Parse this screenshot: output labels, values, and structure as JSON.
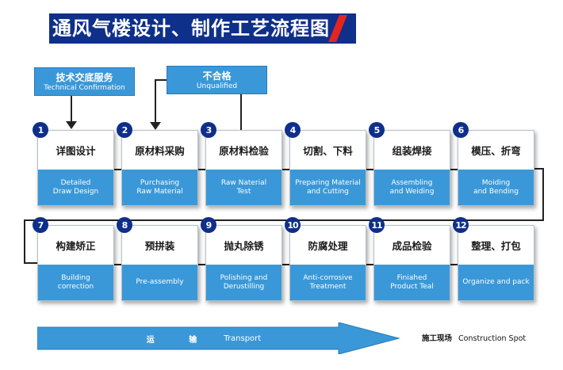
{
  "title": "通风气楼设计、制作工艺流程图",
  "notes": [
    {
      "zh": "技术交底服务",
      "en": "Technical  Confirmation"
    },
    {
      "zh": "不合格",
      "en": "Unqualified"
    }
  ],
  "steps": [
    {
      "num": "1",
      "cn": "详图设计",
      "en": "Detailed\nDraw Design"
    },
    {
      "num": "2",
      "cn": "原材料采购",
      "en": "Purchasing\nRaw Material"
    },
    {
      "num": "3",
      "cn": "原材料检验",
      "en": "Raw Naterial\nTest"
    },
    {
      "num": "4",
      "cn": "切割、下料",
      "en": "Preparing Material\nand Cutting"
    },
    {
      "num": "5",
      "cn": "组装焊接",
      "en": "Assembling\nand Weiding"
    },
    {
      "num": "6",
      "cn": "模压、折弯",
      "en": "Moiding\nand Bending"
    },
    {
      "num": "7",
      "cn": "构建矫正",
      "en": "Building\ncorrection"
    },
    {
      "num": "8",
      "cn": "预拼装",
      "en": "Pre-assembly"
    },
    {
      "num": "9",
      "cn": "抛丸除锈",
      "en": "Polishing and\nDerustilling"
    },
    {
      "num": "10",
      "cn": "防腐处理",
      "en": "Anti-corrosive\nTreatment"
    },
    {
      "num": "11",
      "cn": "成品检验",
      "en": "Finiahed\nProduct Teal"
    },
    {
      "num": "12",
      "cn": "整理、打包",
      "en": "Organize and pack"
    }
  ],
  "transport": {
    "zh": "运 输",
    "en": "Transport"
  },
  "site": {
    "zh": "施工现场",
    "en": "Construction Spot"
  },
  "colors": {
    "navy": "#0e2f8a",
    "blue": "#3a98d8",
    "red": "#e52420"
  }
}
